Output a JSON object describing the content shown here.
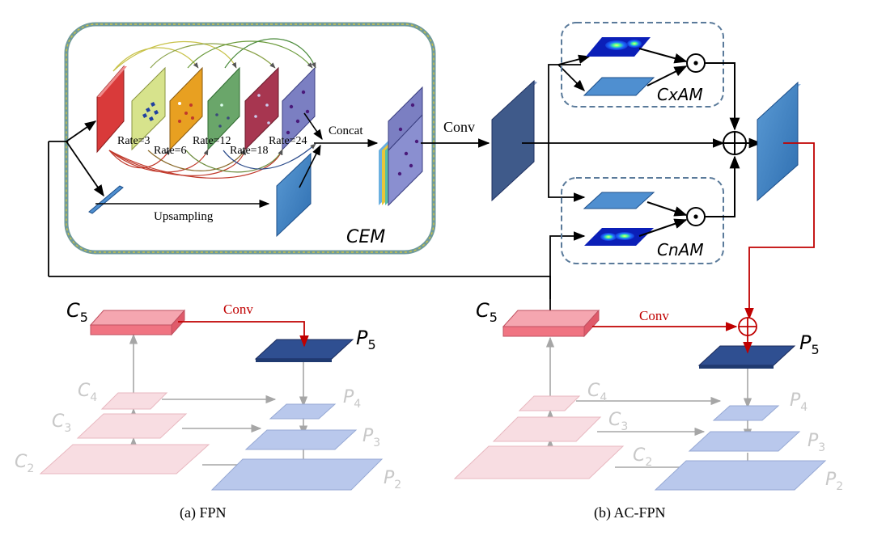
{
  "cem": {
    "title": "CEM",
    "rates": [
      "Rate=3",
      "Rate=6",
      "Rate=12",
      "Rate=18",
      "Rate=24"
    ],
    "concat": "Concat",
    "upsampling": "Upsampling"
  },
  "conv_top": "Conv",
  "cxam": {
    "title": "CxAM"
  },
  "cnam": {
    "title": "CnAM"
  },
  "fpn": {
    "caption": "(a) FPN",
    "c5": "C",
    "c5_sub": "5",
    "p5": "P",
    "p5_sub": "5",
    "c4": "C",
    "c4_sub": "4",
    "c3": "C",
    "c3_sub": "3",
    "c2": "C",
    "c2_sub": "2",
    "p4": "P",
    "p4_sub": "4",
    "p3": "P",
    "p3_sub": "3",
    "p2": "P",
    "p2_sub": "2",
    "conv": "Conv"
  },
  "acfpn": {
    "caption": "(b) AC-FPN",
    "c5": "C",
    "c5_sub": "5",
    "p5": "P",
    "p5_sub": "5",
    "c4": "C",
    "c4_sub": "4",
    "c3": "C",
    "c3_sub": "3",
    "c2": "C",
    "c2_sub": "2",
    "p4": "P",
    "p4_sub": "4",
    "p3": "P",
    "p3_sub": "3",
    "p2": "P",
    "p2_sub": "2",
    "conv": "Conv"
  },
  "colors": {
    "c5": "#f07482",
    "p5": "#2f4f91",
    "faded_pink": "#f8dde2",
    "faded_blue": "#b9c8ec",
    "red_line": "#c00000",
    "gray_line": "#a6a6a6",
    "cem_border": "#6f9a9a"
  }
}
